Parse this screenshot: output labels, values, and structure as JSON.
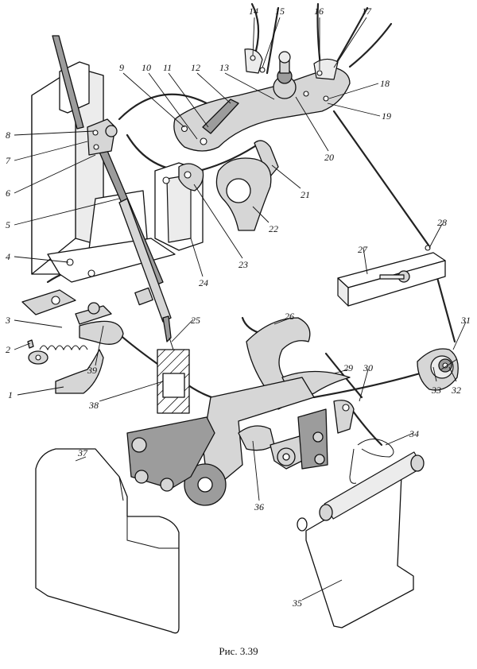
{
  "caption": "Рис. 3.39",
  "callouts": [
    "1",
    "2",
    "3",
    "4",
    "5",
    "6",
    "7",
    "8",
    "9",
    "10",
    "11",
    "12",
    "13",
    "14",
    "15",
    "16",
    "17",
    "18",
    "19",
    "20",
    "21",
    "22",
    "23",
    "24",
    "25",
    "26",
    "27",
    "28",
    "29",
    "30",
    "31",
    "32",
    "33",
    "34",
    "35",
    "36",
    "37",
    "38",
    "39"
  ]
}
